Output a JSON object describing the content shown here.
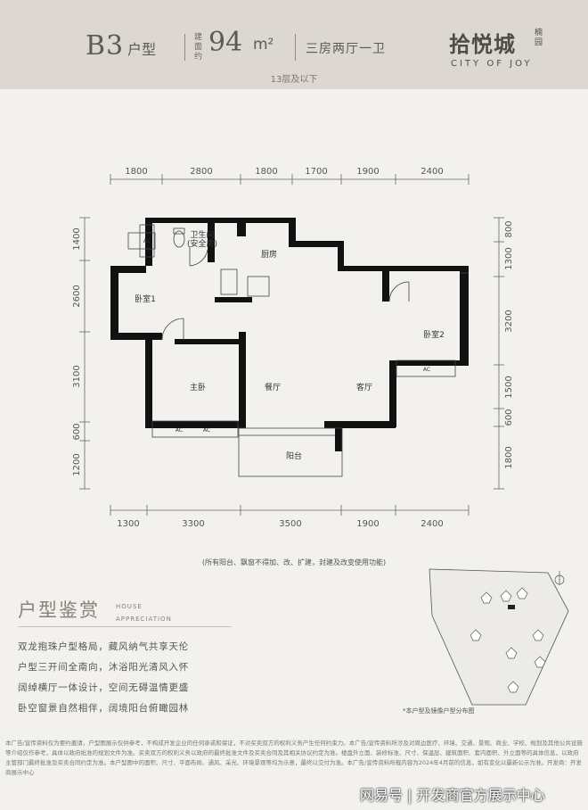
{
  "header": {
    "unit_type": "B3",
    "unit_type_suffix": "户型",
    "area_prefix": "建面约",
    "area_value": "94",
    "area_unit": "m²",
    "layout": "三房两厅一卫",
    "brand_cn": "拾悦城",
    "brand_small": "楠园",
    "brand_en": "CITY OF JOY",
    "floors": "13层及以下"
  },
  "dims_top": [
    "1800",
    "2800",
    "1800",
    "1700",
    "1900",
    "2400"
  ],
  "dims_bottom": [
    "1300",
    "3300",
    "3500",
    "1900",
    "2400"
  ],
  "dims_left": [
    "1400",
    "2600",
    "3100",
    "600",
    "1200"
  ],
  "dims_right": [
    "800",
    "1300",
    "3200",
    "1500",
    "600",
    "1800"
  ],
  "rooms": {
    "bathroom": "卫生间",
    "bathroom_note": "(安全房)",
    "kitchen": "厨房",
    "bedroom1": "卧室1",
    "bedroom2": "卧室2",
    "master": "主卧",
    "dining": "餐厅",
    "living": "客厅",
    "balcony": "阳台",
    "ac": "AC"
  },
  "plan_note": "(所有阳台、飘窗不得加、改、扩建，封建及改变使用功能)",
  "appreciation": {
    "title": "户型鉴赏",
    "en_line1": "HOUSE",
    "en_line2": "APPRECIATION",
    "lines": [
      "双龙抱珠户型格局，藏风纳气共享天伦",
      "户型三开间全南向，沐浴阳光清风入怀",
      "阔绰横厅一体设计，空间无碍温情更盛",
      "卧空窗景自然相伴，阔境阳台俯瞰园林"
    ]
  },
  "site_note": "*本户型及镜像户型分布图",
  "disclaimer": "本广告/宣传资料仅为要约邀请，户型图展示仅供参考，不构成开发企业的任何承诺和保证，不对买卖双方的权利义务产生任何约束力。本广告/宣传资料所涉及对周边医疗、环境、交通、景观、商业、学校、规划及其他公共设施等介绍仅作参考，具体以政府批准的规划文件为准。买卖双方的权利义务以政府的最终批准文件及买卖合同及其相关协议约定为准。楼盘外立面、装修标准、尺寸、保温层、建筑面积、套内面积、外立面等的具体信息，以政府主管部门最终批准及买卖合同约定为准。本户型图中的面积、尺寸、平面布局、通风、采光、环境景观等均为示意，最终以交付为准。本广告/宣传资料所载内容为2024年4月前的信息，如有变化以最新公示为准。开发商：开发商展示中心",
  "watermark": "网易号 | 开发商官方展示中心"
}
